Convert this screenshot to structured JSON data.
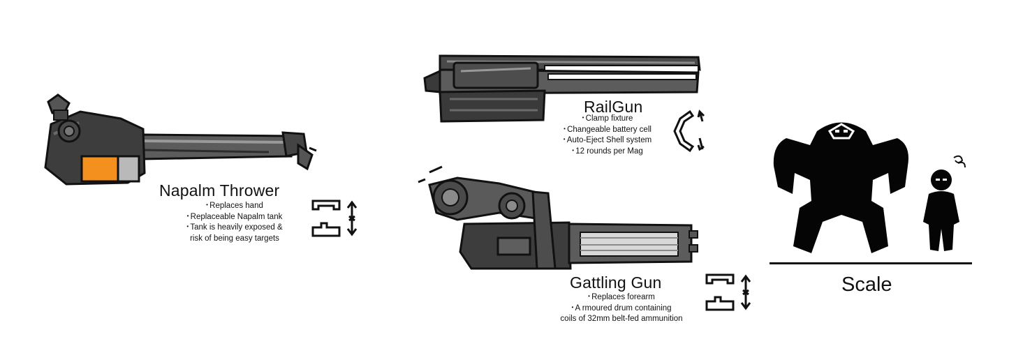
{
  "weapons": {
    "napalm": {
      "title": "Napalm Thrower",
      "notes": [
        "Replaces hand",
        "Replaceable Napalm tank",
        "Tank is heavily exposed &",
        "risk of being easy targets"
      ]
    },
    "railgun": {
      "title": "RailGun",
      "notes": [
        "Clamp fixture",
        "Changeable battery cell",
        "Auto-Eject Shell system",
        "12 rounds per Mag"
      ]
    },
    "gatling": {
      "title": "Gattling Gun",
      "notes": [
        "Replaces forearm",
        "A rmoured drum containing",
        "coils of 32mm belt-fed ammunition"
      ]
    }
  },
  "scale": {
    "title": "Scale"
  },
  "colors": {
    "tank": "#f4901e",
    "metal_dark": "#3a3a3a",
    "metal_mid": "#5c5c5c",
    "metal_light": "#8e8e8e",
    "silhouette": "#050505"
  }
}
